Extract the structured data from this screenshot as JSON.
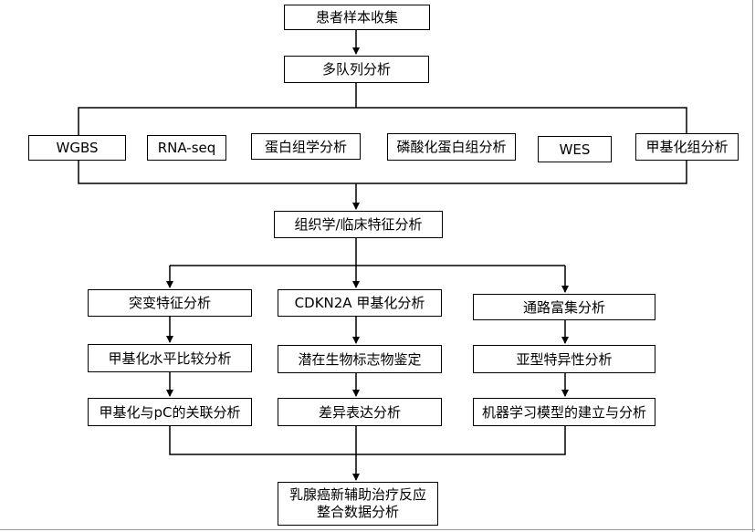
{
  "flow": {
    "collect": "患者样本收集",
    "multi_cohort": "多队列分析",
    "omics": [
      "WGBS",
      "RNA-seq",
      "蛋白组学分析",
      "磷酸化蛋白组分析",
      "WES",
      "甲基化组分析"
    ],
    "histology": "组织学/临床特征分析",
    "col1": [
      "突变特征分析",
      "甲基化水平比较分析",
      "甲基化与pC的关联分析"
    ],
    "col2": [
      "CDKN2A 甲基化分析",
      "潜在生物标志物鉴定",
      "差异表达分析"
    ],
    "col3": [
      "通路富集分析",
      "亚型特异性分析",
      "机器学习模型的建立与分析"
    ],
    "final_line1": "乳腺癌新辅助治疗反应",
    "final_line2": "整合数据分析"
  },
  "colors": {
    "line": "#000000",
    "border": "#000000",
    "frame": "#9a9a9a"
  }
}
